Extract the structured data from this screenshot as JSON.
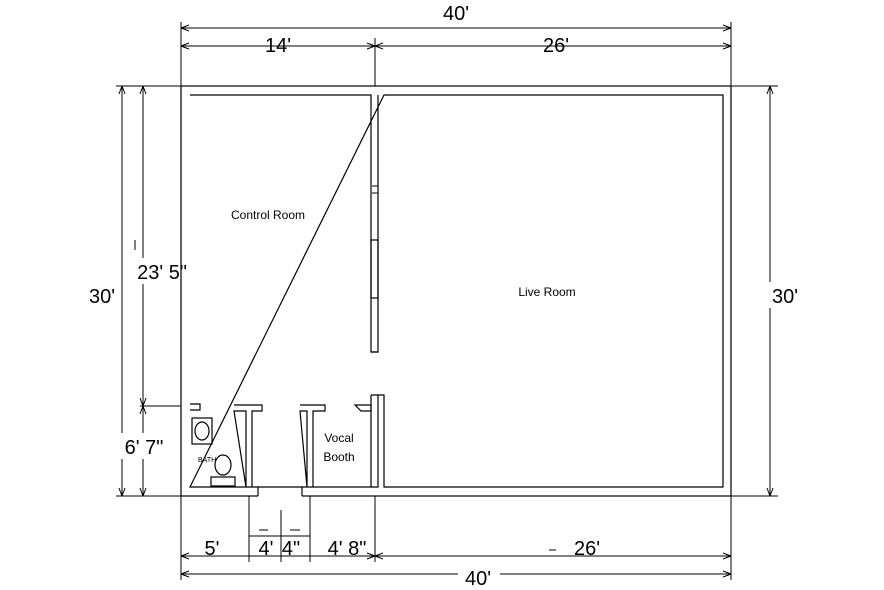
{
  "dimensions": {
    "top_total": "40'",
    "top_left": "14'",
    "top_right": "26'",
    "left_total": "30'",
    "left_upper": "23' 5\"",
    "left_lower": "6' 7\"",
    "right_total": "30'",
    "bottom_total": "40'",
    "bottom_seg1": "5'",
    "bottom_seg2": "4'",
    "bottom_seg3": "4\"",
    "bottom_seg4": "4' 8\"",
    "bottom_seg5": "26'"
  },
  "rooms": {
    "control_room": "Control Room",
    "live_room": "Live Room",
    "vocal_booth_line1": "Vocal",
    "vocal_booth_line2": "Booth",
    "bath": "BATH"
  }
}
